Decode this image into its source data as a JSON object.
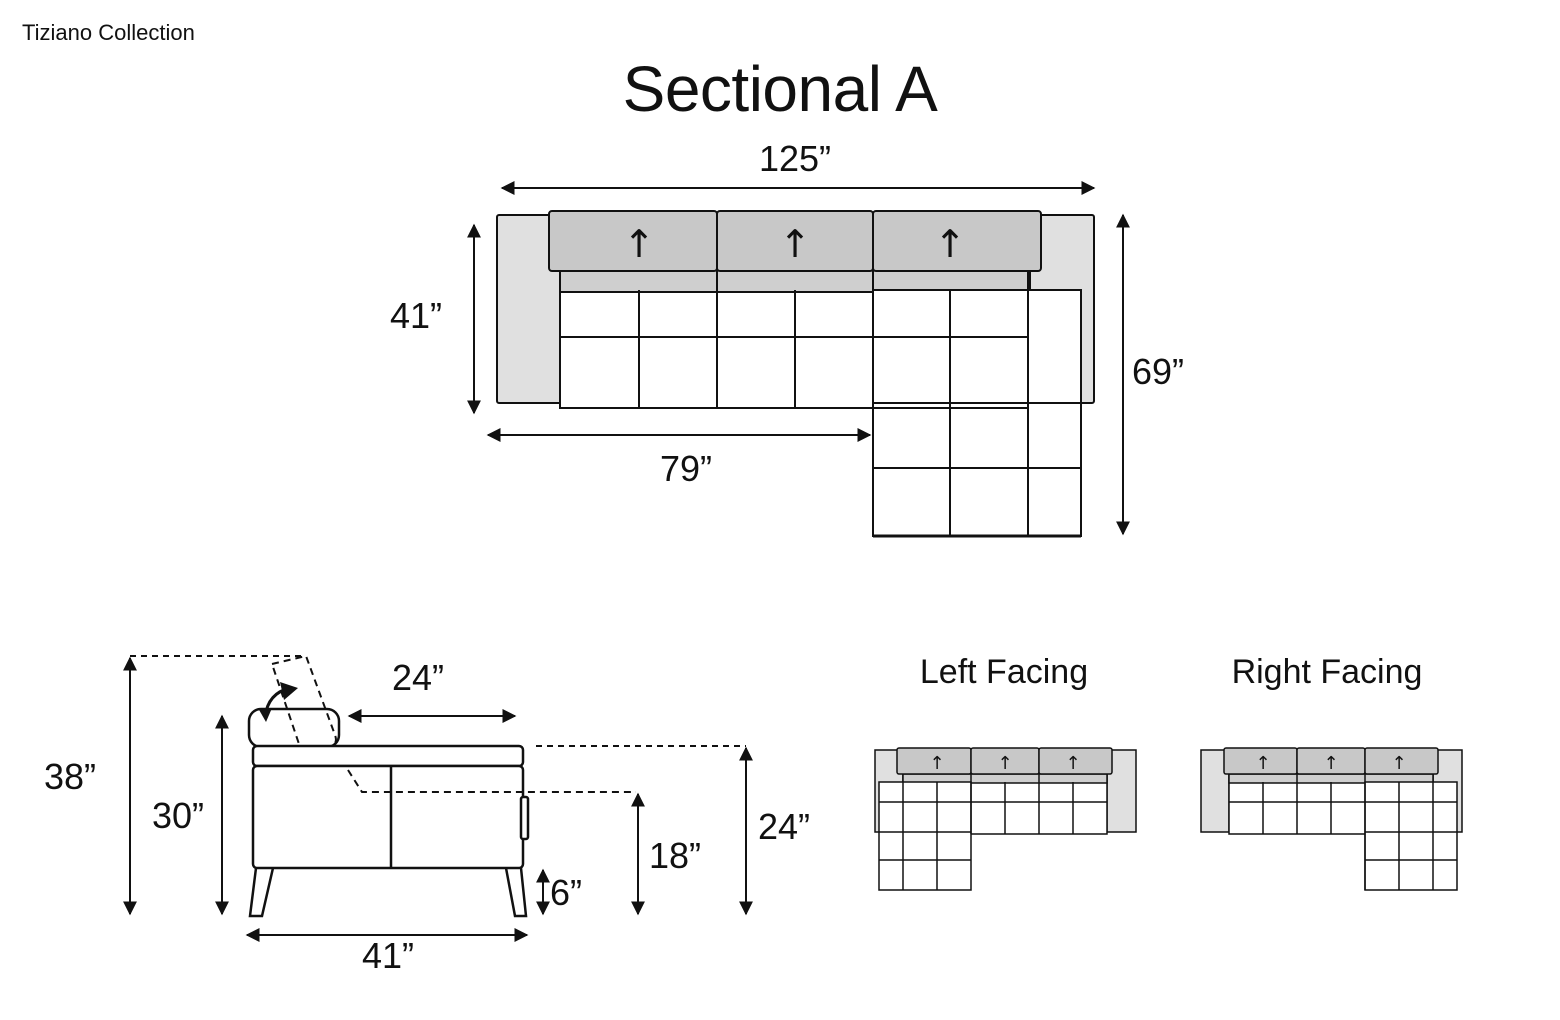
{
  "brand": "Tiziano Collection",
  "title": "Sectional A",
  "top_view": {
    "overall_width": "125”",
    "depth": "41”",
    "length": "79”",
    "chaise_depth": "69”"
  },
  "side_view": {
    "back_height": "38”",
    "arm_height": "30”",
    "seat_depth": "24”",
    "back_to_seat": "24”",
    "seat_height": "18”",
    "leg_height": "6”",
    "depth": "41”"
  },
  "variants": {
    "left_label": "Left Facing",
    "right_label": "Right Facing"
  },
  "icons": {
    "cushion_arrow": "↑",
    "recline": "curved-arrow-icon"
  },
  "colors": {
    "line": "#111111",
    "back_cushion": "#c8c8c8",
    "arm": "#e0e0e0"
  }
}
